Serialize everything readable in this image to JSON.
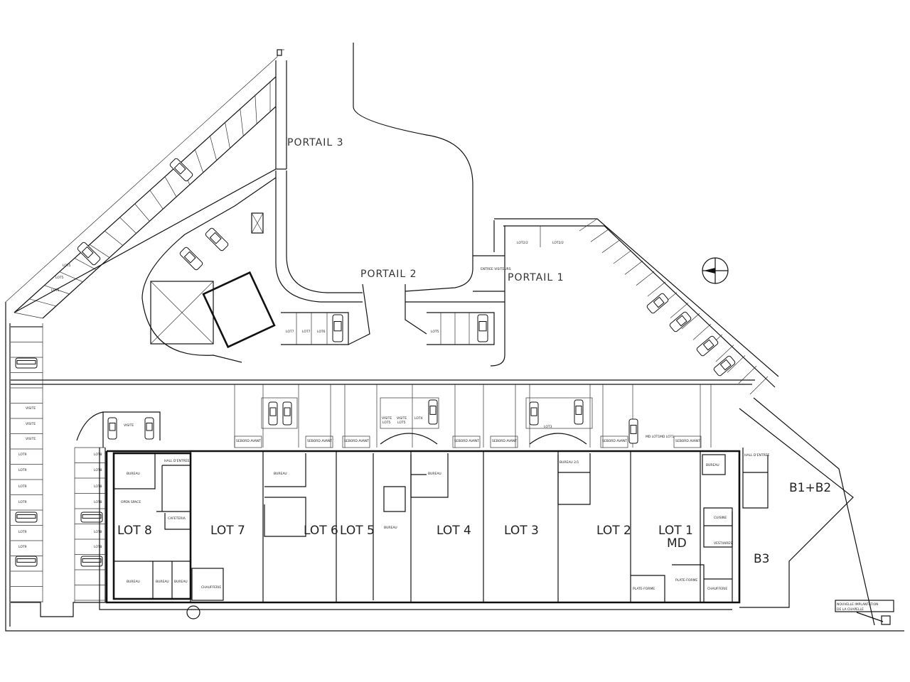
{
  "plan": {
    "gates": {
      "portail_1": "PORTAIL 1",
      "portail_2": "PORTAIL 2",
      "portail_3": "PORTAIL 3"
    },
    "lots": {
      "lot8": "LOT 8",
      "lot7": "LOT 7",
      "lot6": "LOT 6",
      "lot5": "LOT 5",
      "lot4": "LOT 4",
      "lot3": "LOT 3",
      "lot2": "LOT 2",
      "lot1": "LOT 1",
      "lot1_sub": "MD",
      "b1b2": "B1+B2",
      "b3": "B3"
    },
    "rooms": {
      "bureau": "BUREAU",
      "open_space": "OPEN SPACE",
      "cafeteria": "CAFETERIA",
      "hall": "HALL D'ENTREE",
      "chaufferie": "CHAUFFERIE",
      "plate_forme": "PLATE-FORME",
      "cuisine": "CUISINE",
      "vestiaires": "VESTIAIRES",
      "bureau_2": "BUREAU 2/1",
      "entree_visiteurs": "ENTREE VISITEURS",
      "quai": "SEBORD AVANT"
    },
    "parking": {
      "visite": "VISITE",
      "lot9": "LOT9",
      "lot8": "LOT8",
      "lot7": "LOT7",
      "lot6": "LOT6",
      "lot5": "LOT5",
      "lot4": "LOT4",
      "lot3": "LOT3",
      "lot2_2": "LOT2/2",
      "visite_lot5": "VISITE LOT5",
      "md_lot1": "MD LOT1"
    },
    "note": {
      "line1": "NOUVELLE IMPLANTATION",
      "line2": "DE LA CHAPELLE"
    },
    "compass_icon": "north-arrow"
  }
}
